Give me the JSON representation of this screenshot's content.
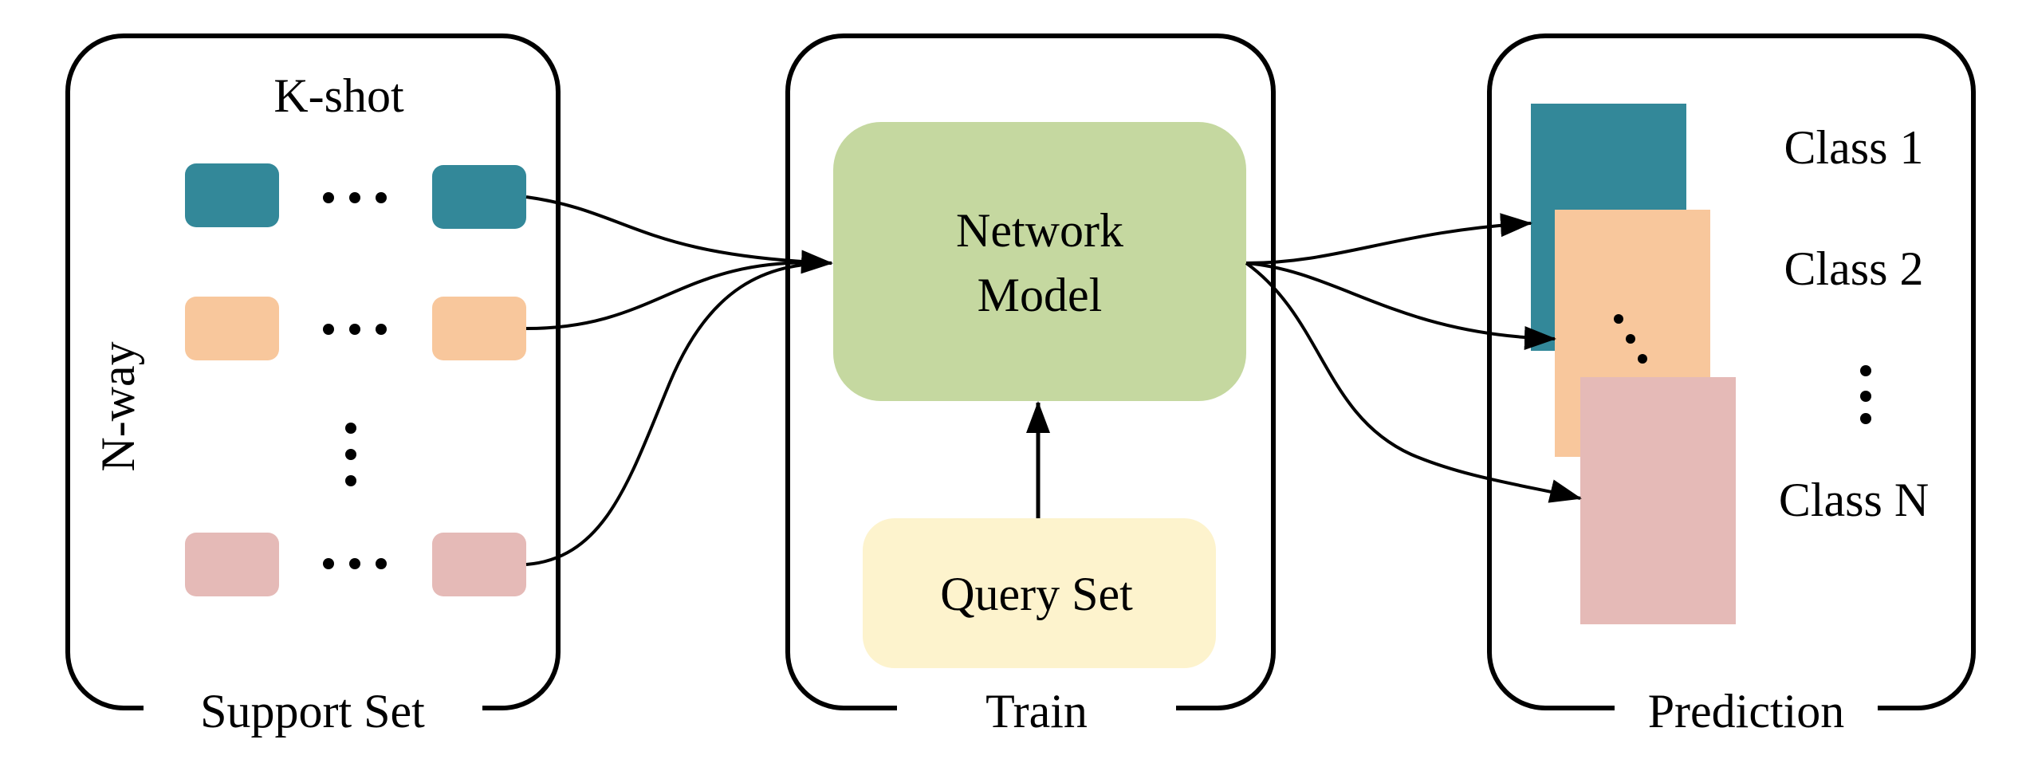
{
  "support_set": {
    "title": "Support Set",
    "k_shot_label": "K-shot",
    "n_way_label": "N-way",
    "rows": [
      {
        "color": "#338899"
      },
      {
        "color": "#f8c79c"
      },
      {
        "color": "#e5bab7"
      }
    ]
  },
  "train": {
    "title": "Train",
    "network_model_line1": "Network",
    "network_model_line2": "Model",
    "network_model_color": "#c5d8a0",
    "query_set_label": "Query Set",
    "query_set_color": "#fdf3cd"
  },
  "prediction": {
    "title": "Prediction",
    "classes": [
      {
        "label": "Class 1",
        "color": "#338899"
      },
      {
        "label": "Class 2",
        "color": "#f8c79c"
      },
      {
        "label": "Class N",
        "color": "#e5bab7"
      }
    ]
  }
}
